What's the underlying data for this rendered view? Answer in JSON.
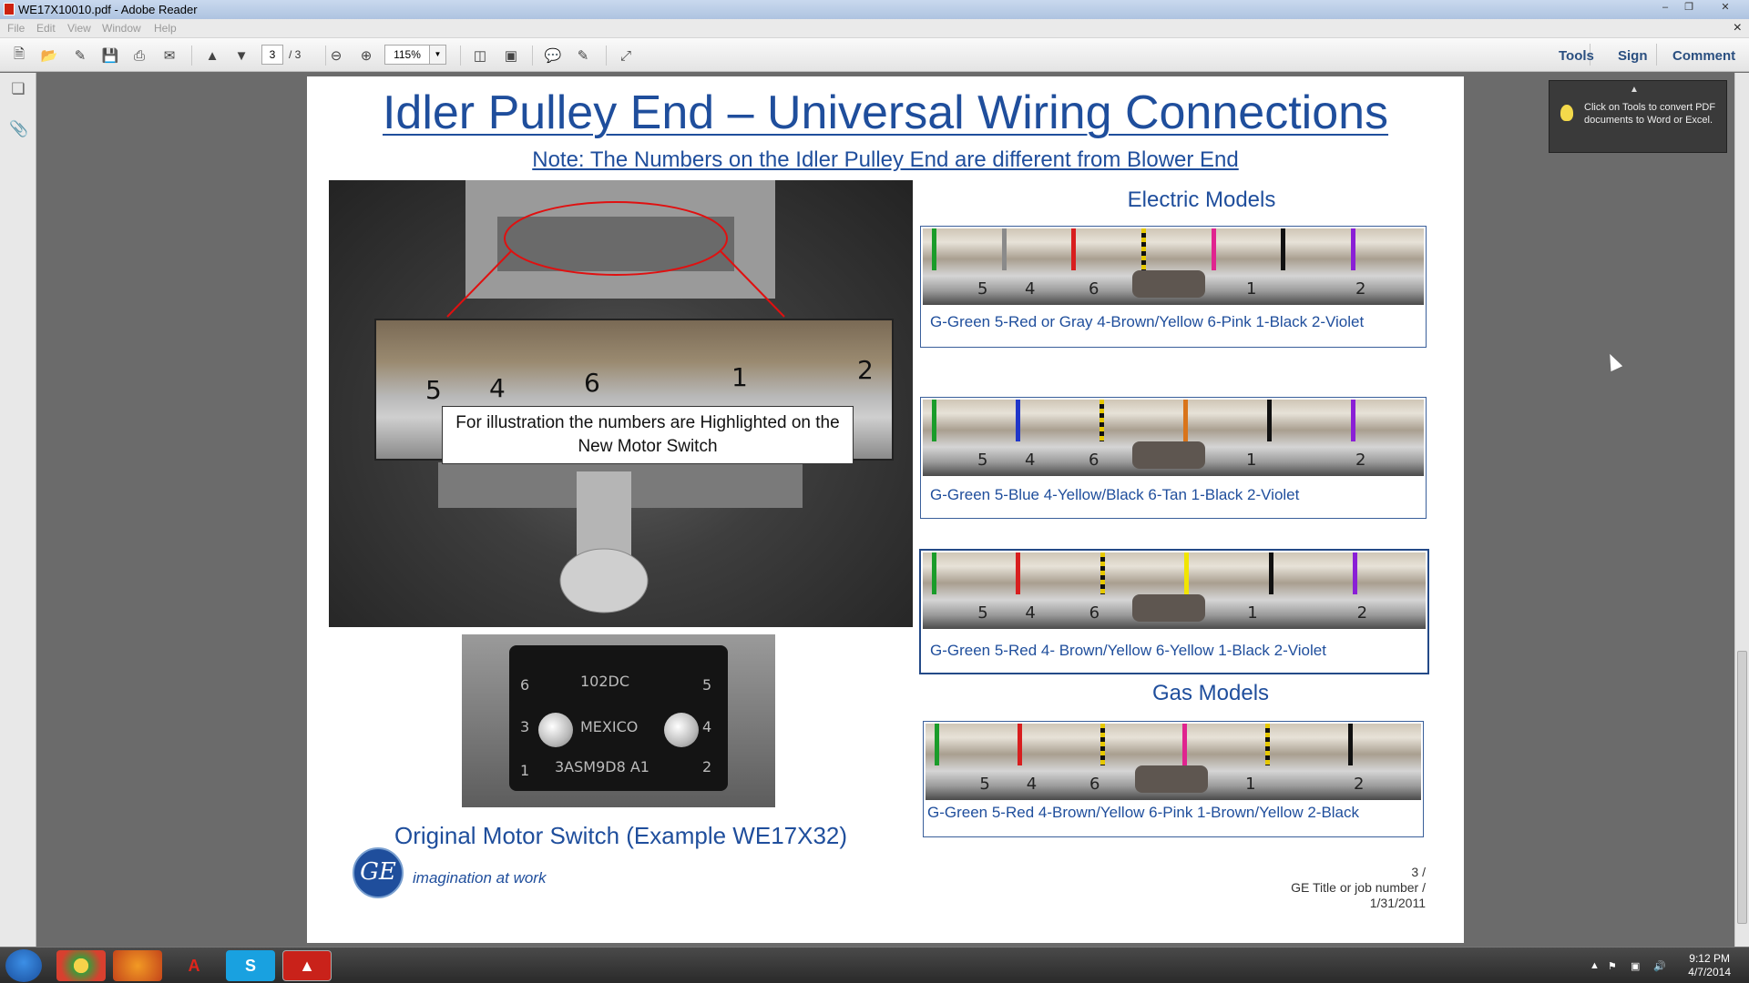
{
  "window": {
    "title": "WE17X10010.pdf - Adobe Reader"
  },
  "menu": [
    "File",
    "Edit",
    "View",
    "Window",
    "Help"
  ],
  "toolbar": {
    "current_page": "3",
    "total_pages": "/ 3",
    "zoom": "115%",
    "right_links": {
      "tools": "Tools",
      "sign": "Sign",
      "comment": "Comment"
    }
  },
  "tooltip": {
    "text": "Click on Tools to convert PDF documents to Word or Excel."
  },
  "slide": {
    "title": "Idler Pulley End – Universal Wiring Connections",
    "note": "Note: The Numbers on the Idler Pulley  End are different from Blower End",
    "electric_heading": "Electric Models",
    "gas_heading": "Gas Models",
    "callout": "For illustration the numbers are Highlighted on the New Motor Switch",
    "original_caption": "Original Motor Switch (Example WE17X32)",
    "tagline": "imagination at work",
    "page_info": [
      "3 /",
      "GE Title or job number /",
      "1/31/2011"
    ],
    "logo": "GE",
    "photo_numbers": [
      "5",
      "4",
      "6",
      "1",
      "2"
    ],
    "switch_chip": {
      "model": "102DC",
      "origin": "MEXICO",
      "code": "3ASM9D8 A1",
      "pins": [
        "6",
        "5",
        "3",
        "4",
        "1",
        "2"
      ]
    },
    "strip_numbers": [
      "5",
      "4",
      "6",
      "1",
      "2"
    ],
    "wiring_panels": [
      {
        "label": "G-Green 5-Red or Gray 4-Brown/Yellow  6-Pink  1-Black 2-Violet",
        "wire_colors": [
          "#1a9c2a",
          "#8a8a8a",
          "#d81e1e",
          "#e6c800",
          "#e0248f",
          "#111111",
          "#8a1fd6"
        ]
      },
      {
        "label": "G-Green 5-Blue  4-Yellow/Black   6-Tan   1-Black   2-Violet",
        "wire_colors": [
          "#1a9c2a",
          "#2036c9",
          "#e6c800",
          "#d9741a",
          "#111111",
          "#8a1fd6"
        ]
      },
      {
        "label": "G-Green 5-Red 4- Brown/Yellow 6-Yellow 1-Black 2-Violet",
        "wire_colors": [
          "#1a9c2a",
          "#d81e1e",
          "#e6c800",
          "#f1e500",
          "#111111",
          "#8a1fd6"
        ]
      },
      {
        "label": "G-Green 5-Red 4-Brown/Yellow  6-Pink  1-Brown/Yellow  2-Black",
        "wire_colors": [
          "#1a9c2a",
          "#d81e1e",
          "#e6c800",
          "#e0248f",
          "#e6c800",
          "#111111"
        ]
      }
    ]
  },
  "taskbar": {
    "apps": [
      "chrome",
      "firefox",
      "A",
      "S",
      "adobe-reader"
    ],
    "time": "9:12 PM",
    "date": "4/7/2014"
  },
  "colors": {
    "title_blue": "#1f4e9c",
    "toolbar_link": "#2a4f80"
  }
}
